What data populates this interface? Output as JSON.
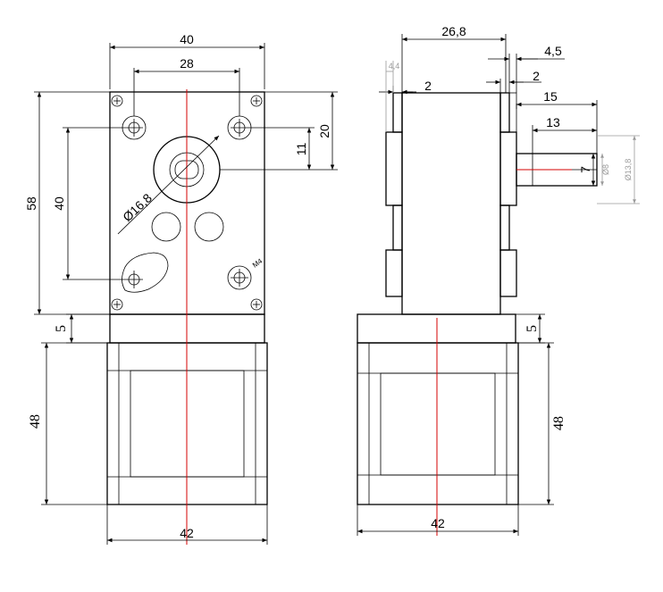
{
  "front_view": {
    "gearbox_width_label": "40",
    "hole_spacing_x_label": "28",
    "gearbox_height_label": "58",
    "hole_spacing_y_label": "40",
    "top_hole_offset_label": "20",
    "shaft_offset_label": "11",
    "boss_diameter_label": "Ø16,8",
    "spacer_label": "5",
    "motor_height_label": "48",
    "motor_width_label": "42",
    "screw_label": "M4"
  },
  "side_view": {
    "depth_label": "26,8",
    "flange_label": "4,5",
    "step_label": "2",
    "left_step_label": "2",
    "small_gray_label": "4,4",
    "shaft_length_label": "15",
    "flat_length_label": "13",
    "flat_width_label": "7",
    "shaft_diameter_label": "Ø8",
    "boss_diameter_label": "Ø13,8",
    "spacer_label": "5",
    "motor_height_label": "48",
    "motor_width_label": "42"
  },
  "colors": {
    "outline": "#000000",
    "centerline": "#d40000",
    "secondary_dimension": "#9a9a9a"
  }
}
